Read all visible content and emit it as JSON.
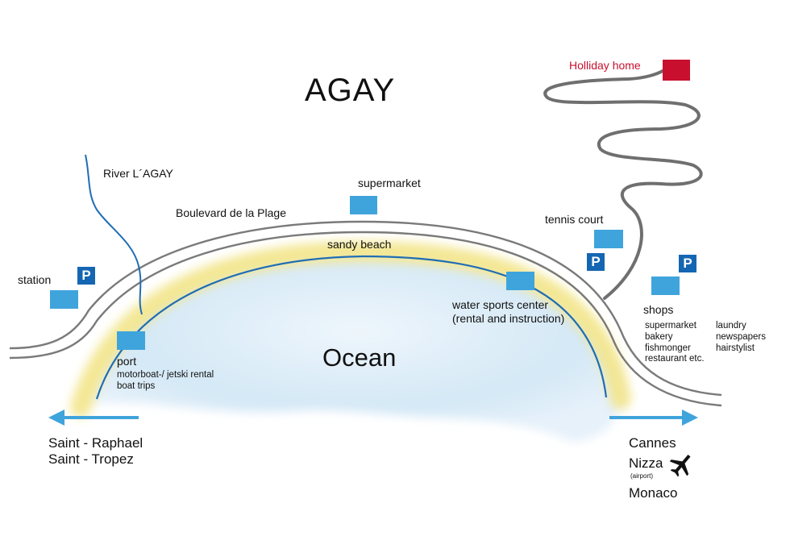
{
  "title": "AGAY",
  "water_label": "Ocean",
  "colors": {
    "marker": "#3fa4dc",
    "parking": "#1566b2",
    "holiday_home": "#c8102e",
    "road": "#7a7a7a",
    "river": "#1f6db5",
    "beach": "#f3e58a",
    "arrow": "#3fa4dc"
  },
  "labels": {
    "holiday_home": "Holliday home",
    "river": "River L´AGAY",
    "supermarket": "supermarket",
    "boulevard": "Boulevard de la Plage",
    "sandy_beach": "sandy beach",
    "tennis_court": "tennis court",
    "station": "station",
    "shops": "shops",
    "water_sports_line1": "water sports center",
    "water_sports_line2": "(rental and instruction)",
    "port": "port",
    "port_line1": "motorboat-/ jetski rental",
    "port_line2": "boat trips"
  },
  "shops_list": {
    "col1": [
      "supermarket",
      "bakery",
      "fishmonger",
      "restaurant etc."
    ],
    "col2": [
      "laundry",
      "newspapers",
      "hairstylist"
    ]
  },
  "parking_symbol": "P",
  "west_destinations": [
    "Saint - Raphael",
    "Saint - Tropez"
  ],
  "east_destinations": {
    "line1": "Cannes",
    "line2": "Nizza",
    "line2_note": "(airport)",
    "line3": "Monaco"
  },
  "icons": {
    "airport": "airplane-icon",
    "parking": "parking-icon",
    "west_arrow": "arrow-left-icon",
    "east_arrow": "arrow-right-icon"
  }
}
